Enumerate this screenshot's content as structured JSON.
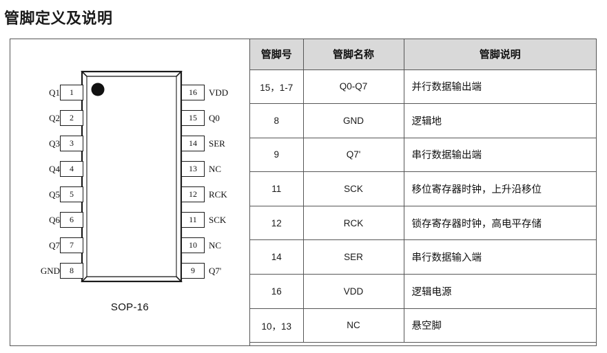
{
  "page": {
    "title": "管脚定义及说明"
  },
  "diagram": {
    "caption": "SOP-16",
    "marker": "pin1-dot",
    "left_pins": [
      {
        "num": "1",
        "name": "Q1"
      },
      {
        "num": "2",
        "name": "Q2"
      },
      {
        "num": "3",
        "name": "Q3"
      },
      {
        "num": "4",
        "name": "Q4"
      },
      {
        "num": "5",
        "name": "Q5"
      },
      {
        "num": "6",
        "name": "Q6"
      },
      {
        "num": "7",
        "name": "Q7"
      },
      {
        "num": "8",
        "name": "GND"
      }
    ],
    "right_pins": [
      {
        "num": "16",
        "name": "VDD"
      },
      {
        "num": "15",
        "name": "Q0"
      },
      {
        "num": "14",
        "name": "SER"
      },
      {
        "num": "13",
        "name": "NC"
      },
      {
        "num": "12",
        "name": "RCK"
      },
      {
        "num": "11",
        "name": "SCK"
      },
      {
        "num": "10",
        "name": "NC"
      },
      {
        "num": "9",
        "name": "Q7'"
      }
    ]
  },
  "table": {
    "headers": [
      "管脚号",
      "管脚名称",
      "管脚说明"
    ],
    "rows": [
      {
        "num": "15，1-7",
        "name": "Q0-Q7",
        "desc": "并行数据输出端"
      },
      {
        "num": "8",
        "name": "GND",
        "desc": "逻辑地"
      },
      {
        "num": "9",
        "name": "Q7'",
        "desc": "串行数据输出端"
      },
      {
        "num": "11",
        "name": "SCK",
        "desc": "移位寄存器时钟，上升沿移位"
      },
      {
        "num": "12",
        "name": "RCK",
        "desc": "锁存寄存器时钟，高电平存储"
      },
      {
        "num": "14",
        "name": "SER",
        "desc": "串行数据输入端"
      },
      {
        "num": "16",
        "name": "VDD",
        "desc": "逻辑电源"
      },
      {
        "num": "10，13",
        "name": "NC",
        "desc": "悬空脚"
      }
    ]
  },
  "colors": {
    "header_bg": "#d9d9d9",
    "border": "#555555",
    "text": "#111111"
  }
}
